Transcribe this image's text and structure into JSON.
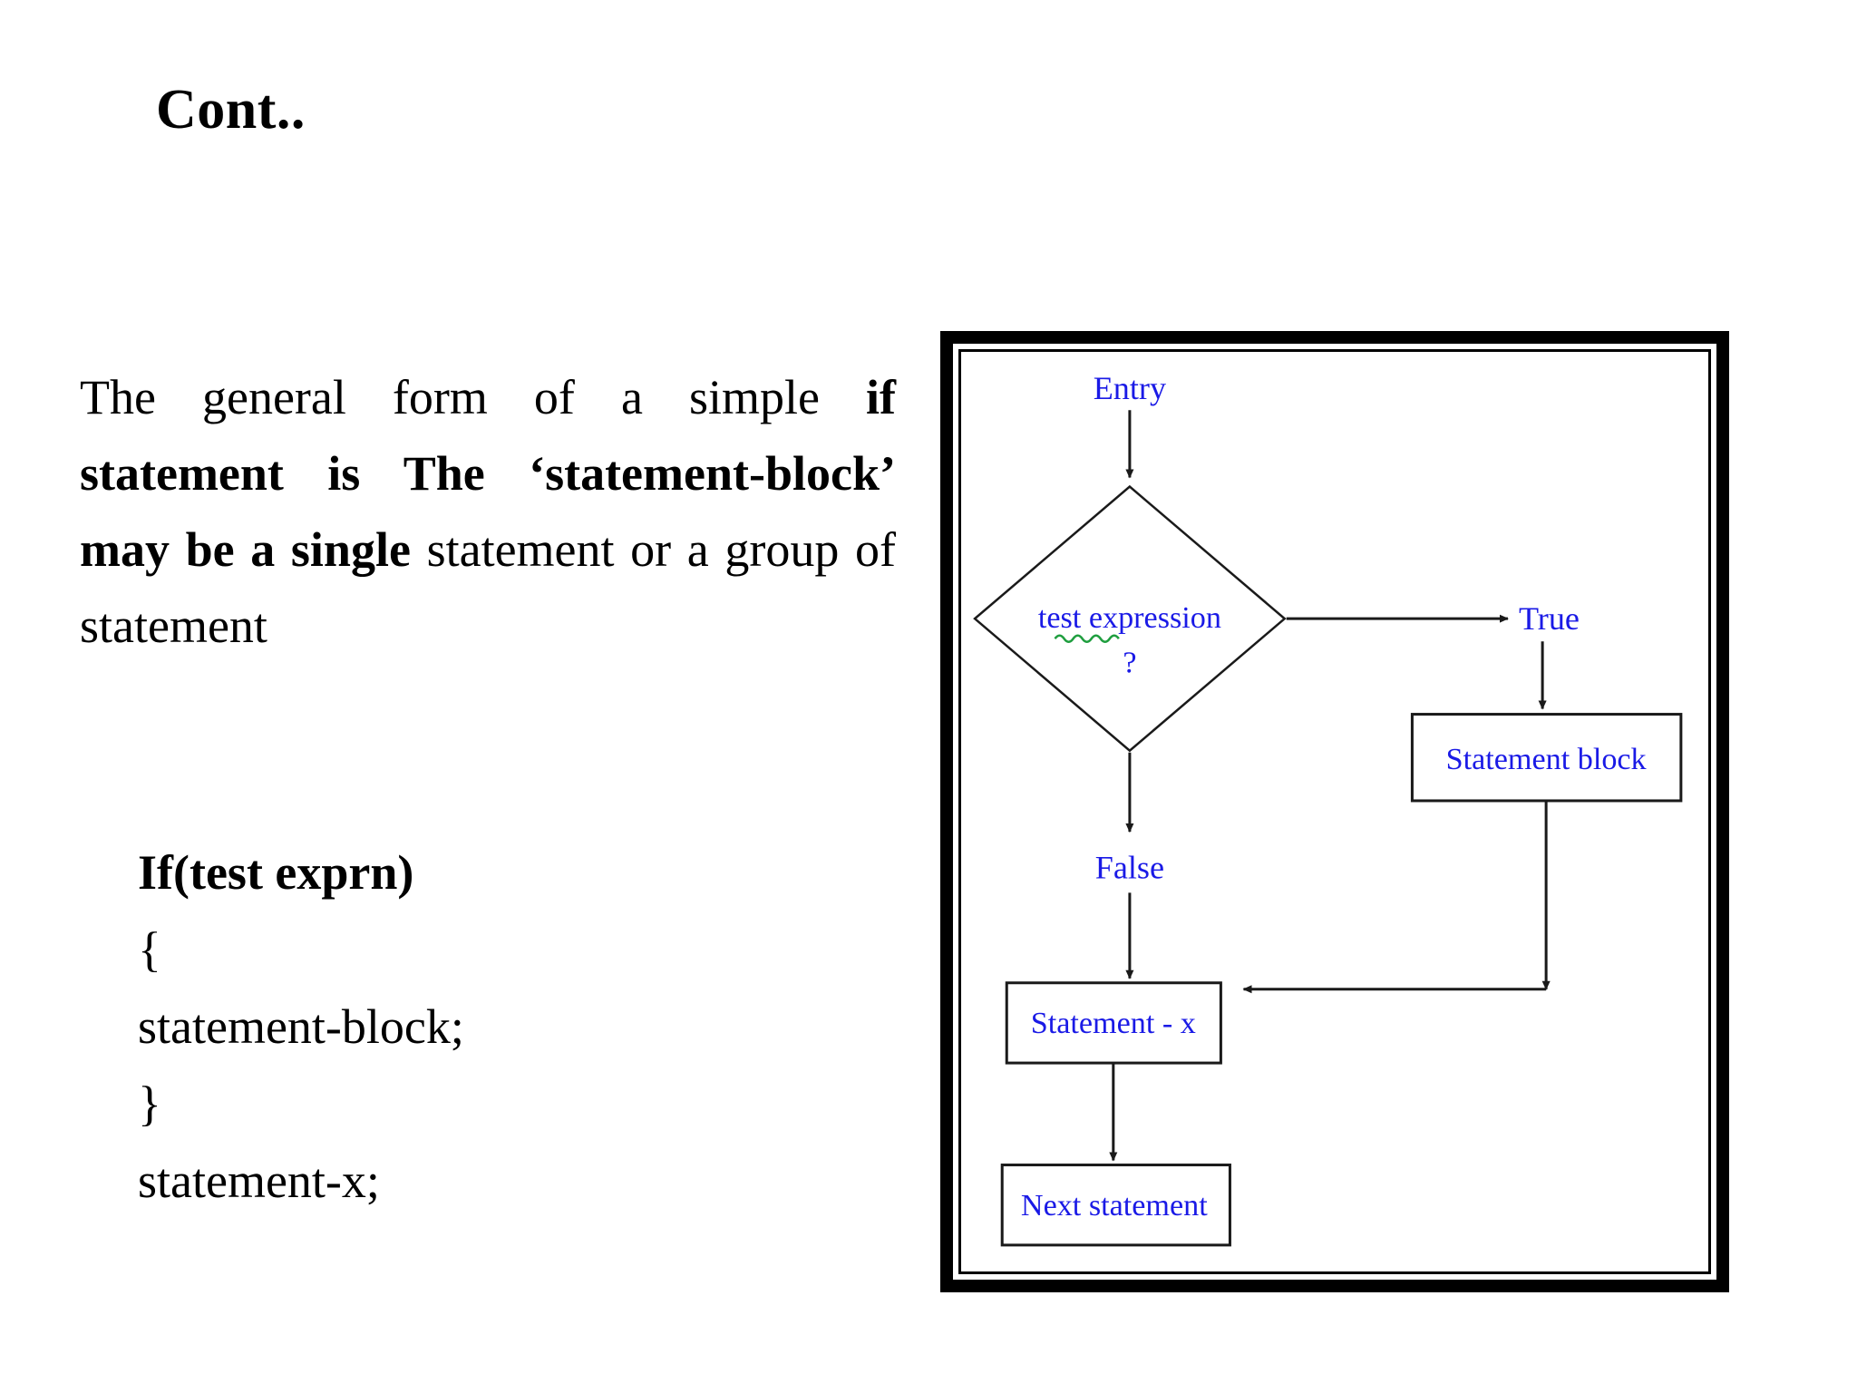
{
  "slide": {
    "title": "Cont.."
  },
  "body": {
    "segments": [
      {
        "text": "The general form of a simple ",
        "bold": false
      },
      {
        "text": "if statement is The ‘statement-block’ may be a single",
        "bold": true
      },
      {
        "text": " statement or a group of statement",
        "bold": false
      }
    ]
  },
  "code": {
    "lines": [
      {
        "text": "If(test exprn)",
        "bold": true
      },
      {
        "text": "{",
        "bold": false
      },
      {
        "text": "statement-block;",
        "bold": false
      },
      {
        "text": "}",
        "bold": false
      },
      {
        "text": "statement-x;",
        "bold": false
      }
    ]
  },
  "flowchart": {
    "label_color": "#1a1ae6",
    "line_color": "#1a1a1a",
    "frame_color": "#000000",
    "spellcheck_underline_color": "#1f9e3f",
    "nodes": {
      "entry": "Entry",
      "decision_line1": "test expression",
      "decision_line2": "?",
      "true_label": "True",
      "false_label": "False",
      "statement_block": "Statement block",
      "statement_x": "Statement - x",
      "next_statement": "Next statement"
    }
  }
}
